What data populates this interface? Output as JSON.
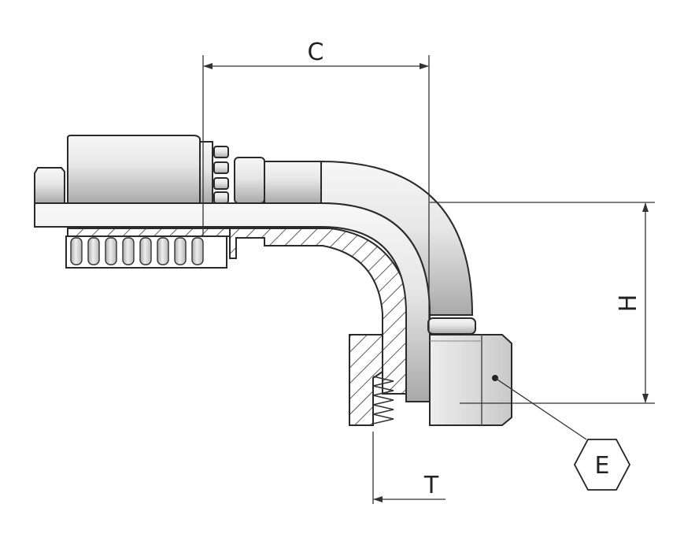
{
  "diagram": {
    "dimensions": {
      "c": "C",
      "h": "H",
      "t": "T",
      "e": "E"
    },
    "colors": {
      "line": "#333333",
      "metal_light": "#f4f4f4",
      "metal_mid": "#d6d6d6",
      "metal_dark": "#a8a8a8"
    }
  }
}
